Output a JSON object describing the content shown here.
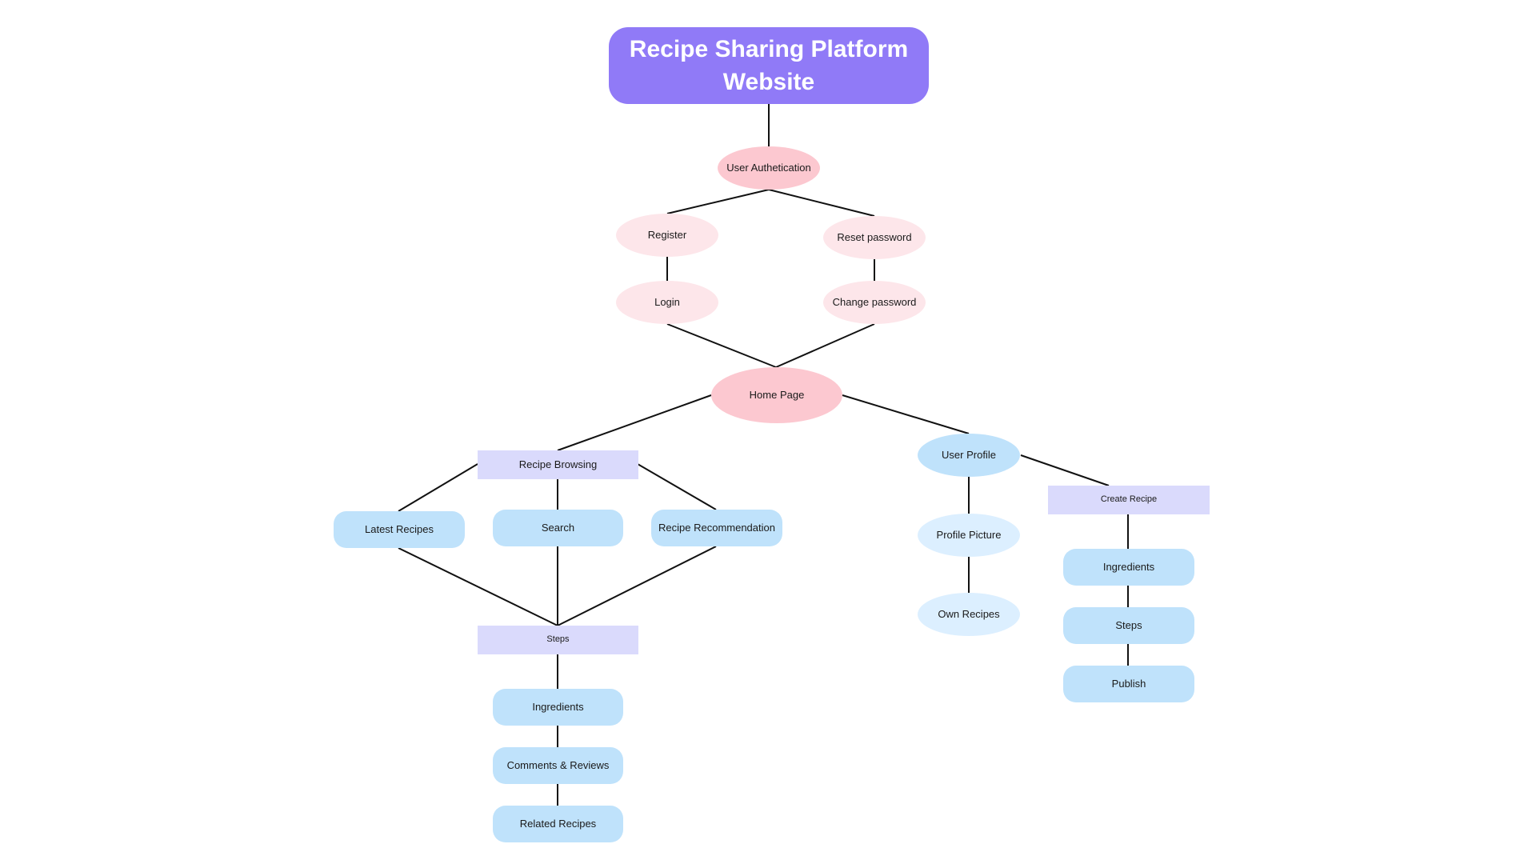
{
  "title": "Recipe Sharing Platform Website",
  "auth": {
    "user_authentication": "User Authetication",
    "register": "Register",
    "login": "Login",
    "reset_password": "Reset password",
    "change_password": "Change password"
  },
  "home_page": "Home Page",
  "browsing": {
    "recipe_browsing": "Recipe Browsing",
    "latest_recipes": "Latest Recipes",
    "search": "Search",
    "recipe_recommendation": "Recipe Recommendation",
    "steps": "Steps",
    "ingredients": "Ingredients",
    "comments_reviews": "Comments & Reviews",
    "related_recipes": "Related Recipes"
  },
  "profile": {
    "user_profile": "User Profile",
    "profile_picture": "Profile Picture",
    "own_recipes": "Own Recipes",
    "create_recipe": "Create Recipe",
    "ingredients": "Ingredients",
    "steps": "Steps",
    "publish": "Publish"
  },
  "colors": {
    "title_bg": "#907af7",
    "pink_node": "#fcc8d0",
    "light_pink_node": "#fde6ea",
    "blue_node": "#bfe2fb",
    "light_blue_node": "#dcefff",
    "lavender_node": "#dadafc",
    "connector": "#111111"
  }
}
